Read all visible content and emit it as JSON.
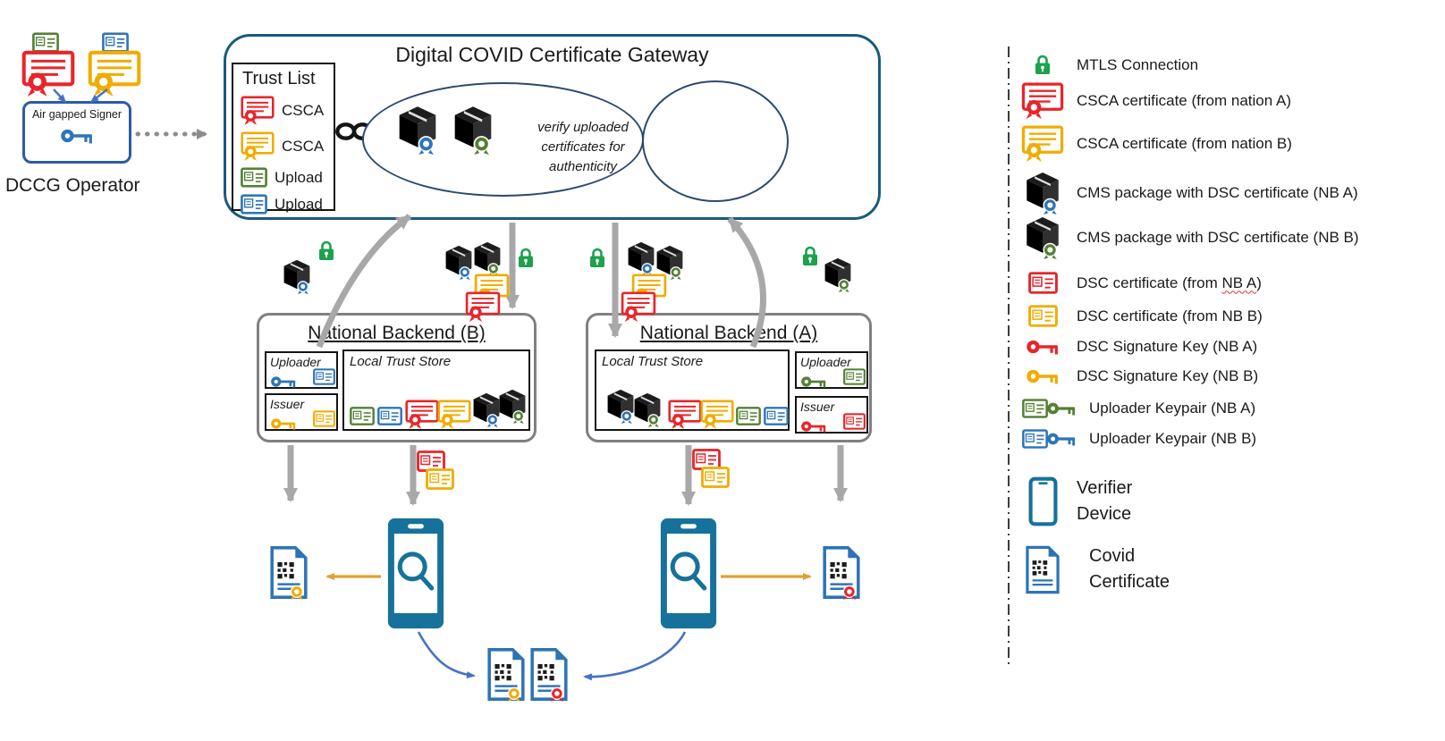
{
  "diagram": {
    "operator": {
      "signer_box_label": "Air gapped Signer",
      "operator_label": "DCCG Operator"
    },
    "gateway": {
      "title": "Digital COVID Certificate Gateway",
      "trust_list": {
        "title": "Trust List",
        "items": [
          {
            "icon": "csca-certificate-red",
            "label": "CSCA"
          },
          {
            "icon": "csca-certificate-yellow",
            "label": "CSCA"
          },
          {
            "icon": "upload-certificate-green",
            "label": "Upload"
          },
          {
            "icon": "upload-certificate-blue",
            "label": "Upload"
          }
        ]
      },
      "verify_note": "verify uploaded\ncertificates for\nauthenticity"
    },
    "backend_b": {
      "title": "National Backend (B)",
      "uploader_label": "Uploader",
      "issuer_label": "Issuer",
      "trust_store_label": "Local Trust Store"
    },
    "backend_a": {
      "title": "National Backend (A)",
      "uploader_label": "Uploader",
      "issuer_label": "Issuer",
      "trust_store_label": "Local Trust Store"
    }
  },
  "legend": {
    "items": [
      {
        "icon": "mtls-lock-green",
        "label": "MTLS Connection"
      },
      {
        "icon": "csca-certificate-red",
        "label": "CSCA certificate (from nation A)"
      },
      {
        "icon": "csca-certificate-yellow",
        "label": "CSCA certificate (from nation B)"
      },
      {
        "icon": "cms-package-blue-ribbon",
        "label": "CMS package with DSC certificate (NB A)"
      },
      {
        "icon": "cms-package-green-ribbon",
        "label": "CMS package with DSC certificate (NB B)"
      },
      {
        "icon": "dsc-certificate-red",
        "label_pre": "DSC certificate (from ",
        "label_wavy": "NB A",
        "label_post": ")"
      },
      {
        "icon": "dsc-certificate-yellow",
        "label": "DSC certificate (from NB B)"
      },
      {
        "icon": "dsc-signature-key-red",
        "label": "DSC Signature Key (NB A)"
      },
      {
        "icon": "dsc-signature-key-yellow",
        "label": "DSC Signature Key (NB B)"
      },
      {
        "icon": "uploader-keypair-green",
        "label": "Uploader Keypair (NB A)"
      },
      {
        "icon": "uploader-keypair-blue",
        "label": "Uploader Keypair (NB B)"
      },
      {
        "icon": "verifier-device",
        "label_line1": "Verifier",
        "label_line2": "Device"
      },
      {
        "icon": "covid-certificate",
        "label_line1": "Covid",
        "label_line2": "Certificate"
      }
    ]
  },
  "colors": {
    "nation_a_red": "#e8252a",
    "nation_b_yellow": "#f0ac00",
    "uploader_green": "#538135",
    "uploader_blue": "#2e75b6",
    "mtls_green": "#1ca24c",
    "device_teal": "#16729a",
    "document_blue": "#2e74b5",
    "gateway_border": "#1a5a7d",
    "backend_border": "#808080",
    "arrow_gray": "#a8a8a8"
  }
}
